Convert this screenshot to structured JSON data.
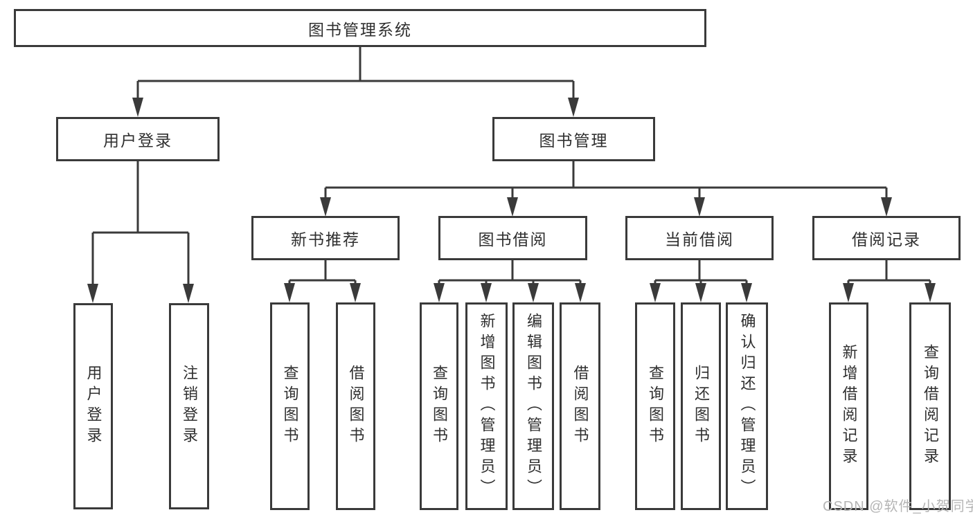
{
  "colors": {
    "background": "#ffffff",
    "line": "#3a3a3a",
    "box_border": "#3a3a3a",
    "text": "#2f2f2f",
    "watermark": "#b5b5b5"
  },
  "watermark": {
    "text": "CSDN @软件_小贺同学"
  },
  "tree": {
    "root": {
      "label": "图书管理系统"
    },
    "user_login": {
      "label": "用户登录",
      "children": [
        {
          "label": "用户登录"
        },
        {
          "label": "注销登录"
        }
      ]
    },
    "book_management": {
      "label": "图书管理",
      "sections": {
        "new_book_recommend": {
          "label": "新书推荐",
          "children": [
            {
              "label": "查询图书"
            },
            {
              "label": "借阅图书"
            }
          ]
        },
        "book_borrow": {
          "label": "图书借阅",
          "children": [
            {
              "label": "查询图书"
            },
            {
              "label": "新增图书（管理员）"
            },
            {
              "label": "编辑图书（管理员）"
            },
            {
              "label": "借阅图书"
            }
          ]
        },
        "current_borrow": {
          "label": "当前借阅",
          "children": [
            {
              "label": "查询图书"
            },
            {
              "label": "归还图书"
            },
            {
              "label": "确认归还（管理员）"
            }
          ]
        },
        "borrow_records": {
          "label": "借阅记录",
          "children": [
            {
              "label": "新增借阅记录"
            },
            {
              "label": "查询借阅记录"
            }
          ]
        }
      }
    }
  }
}
